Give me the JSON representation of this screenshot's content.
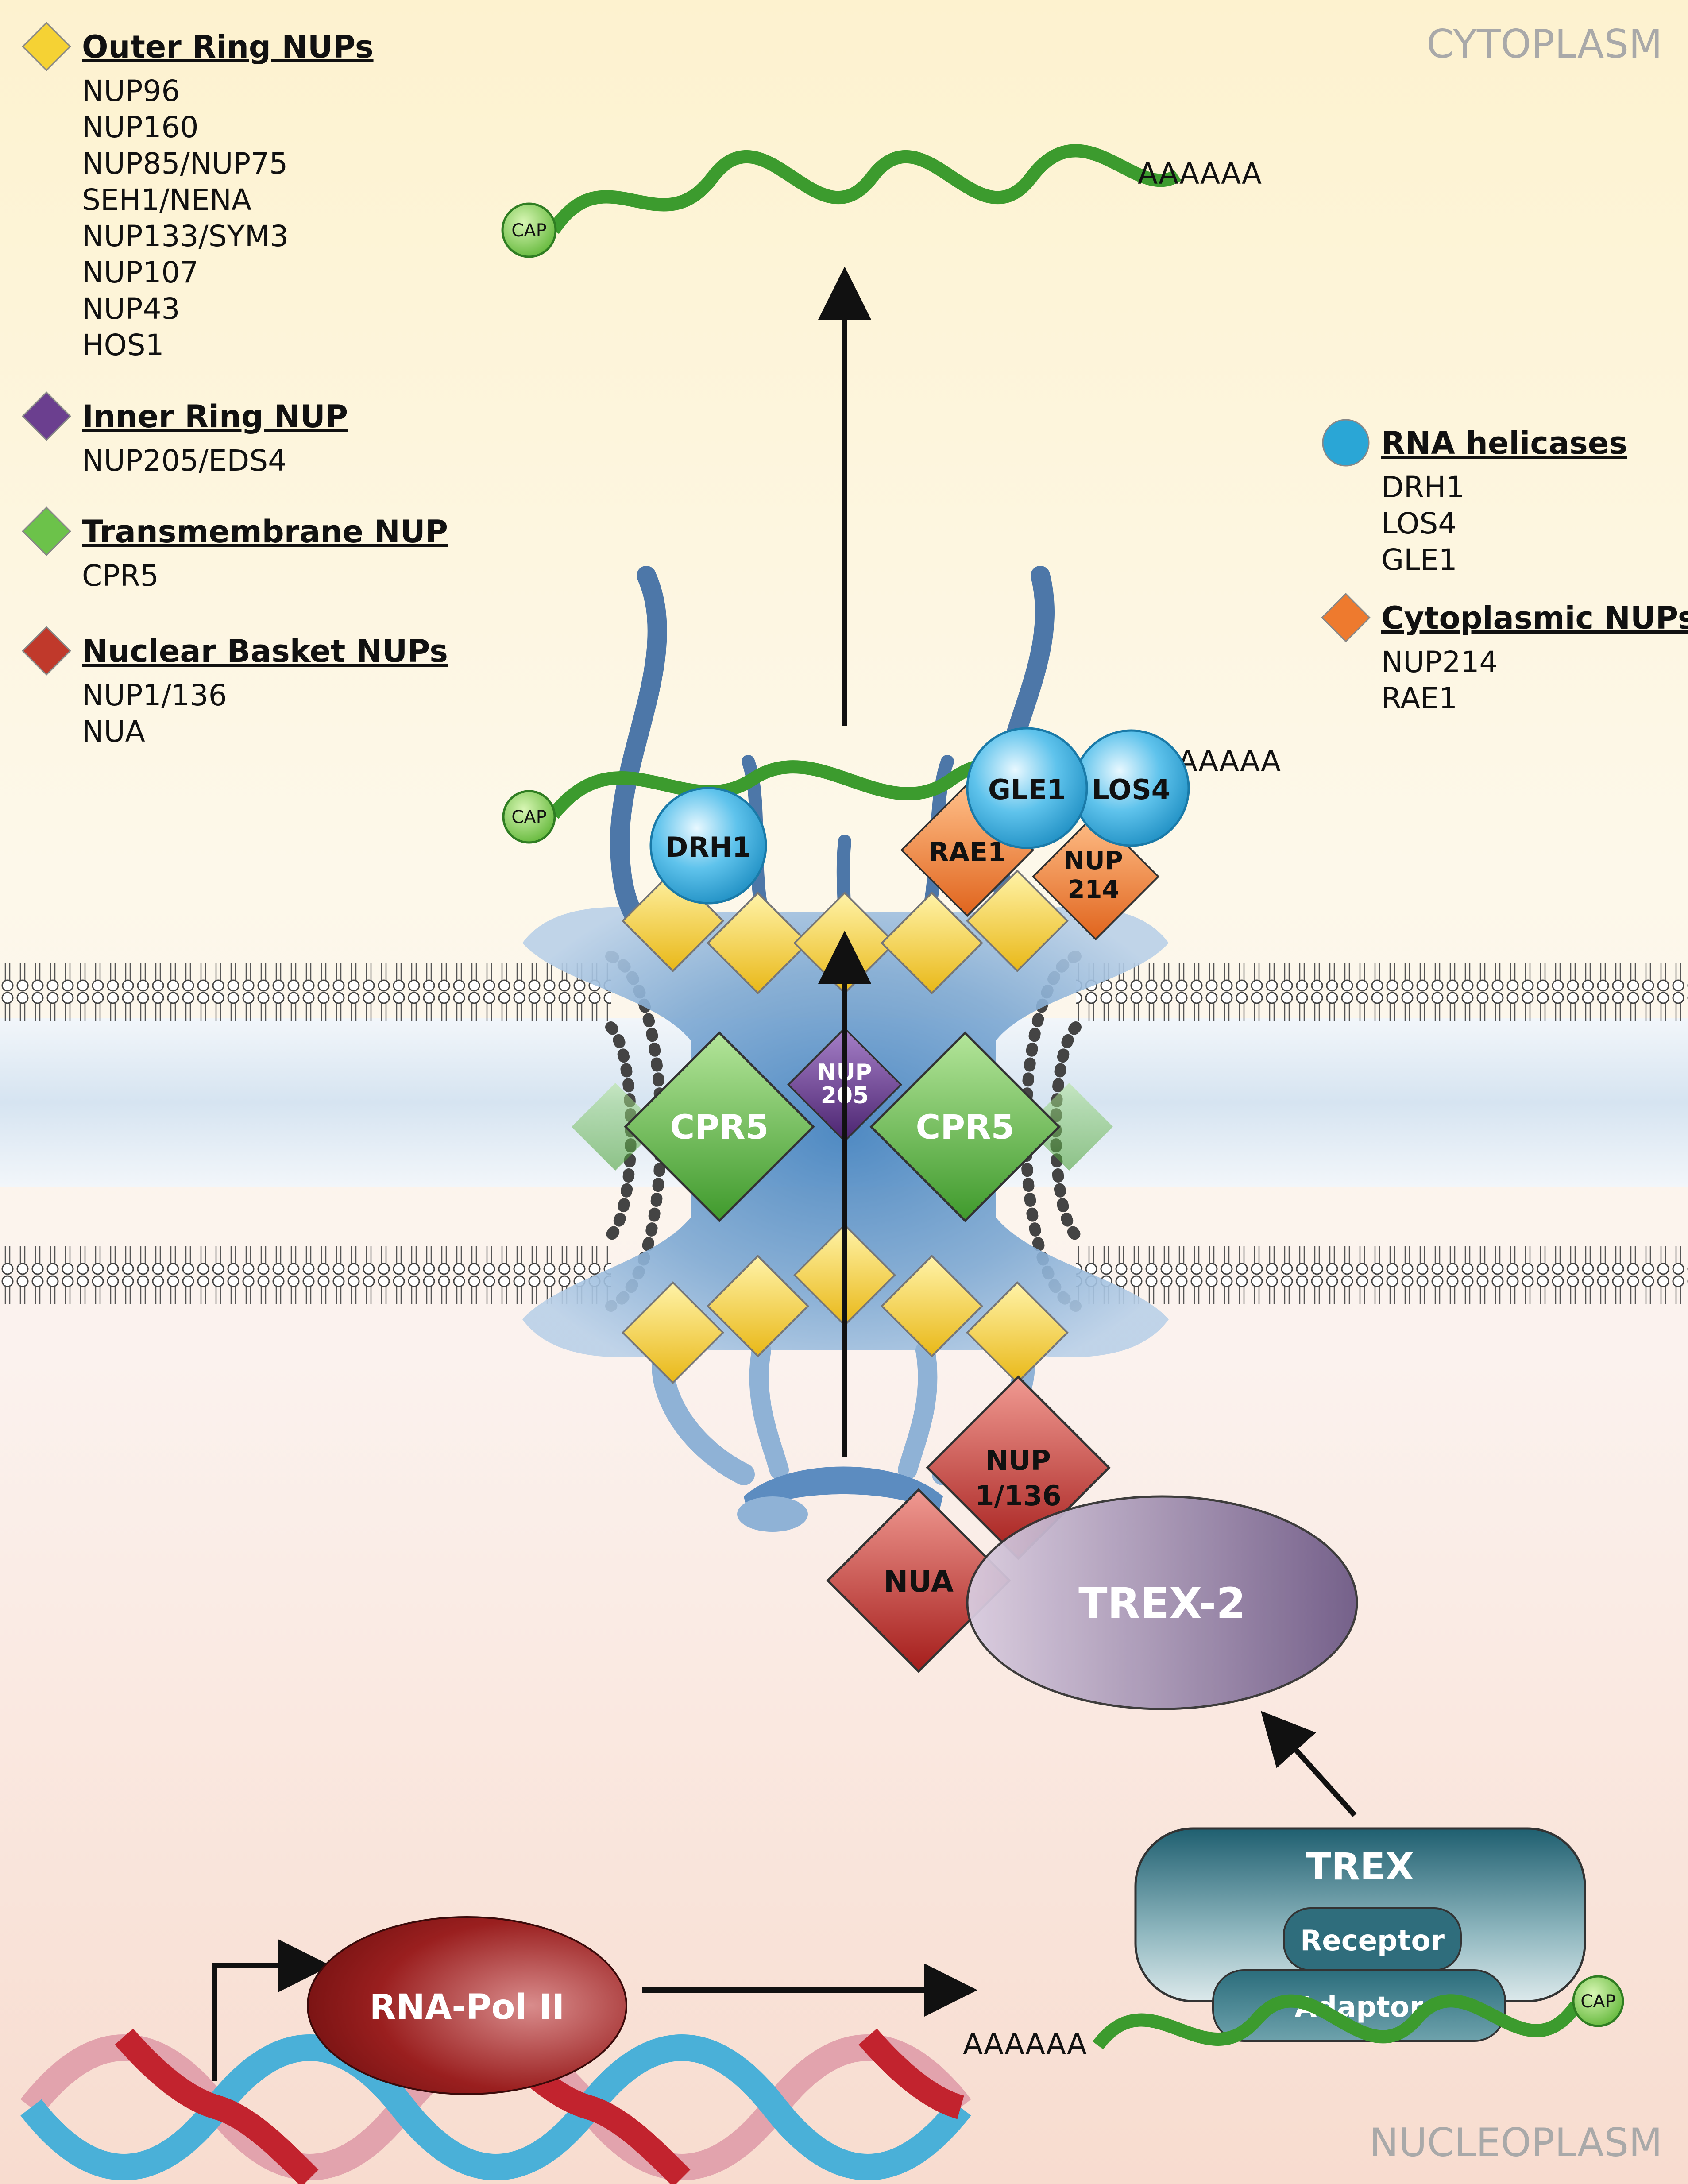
{
  "regions": {
    "top": "CYTOPLASM",
    "bottom": "NUCLEOPLASM"
  },
  "legend": [
    {
      "title": "Outer Ring NUPs",
      "color": "#f5d234",
      "shape": "diamond",
      "items": [
        "NUP96",
        "NUP160",
        "NUP85/NUP75",
        "SEH1/NENA",
        "NUP133/SYM3",
        "NUP107",
        "NUP43",
        "HOS1"
      ]
    },
    {
      "title": "Inner Ring NUP",
      "color": "#6b3f8f",
      "shape": "diamond",
      "items": [
        "NUP205/EDS4"
      ]
    },
    {
      "title": "Transmembrane NUP",
      "color": "#6cc24a",
      "shape": "diamond",
      "items": [
        "CPR5"
      ]
    },
    {
      "title": "Nuclear Basket NUPs",
      "color": "#c0392b",
      "shape": "diamond",
      "items": [
        "NUP1/136",
        "NUA"
      ]
    },
    {
      "title": "RNA helicases",
      "color": "#2aa6d6",
      "shape": "circle",
      "items": [
        "DRH1",
        "LOS4",
        "GLE1"
      ]
    },
    {
      "title": "Cytoplasmic NUPs",
      "color": "#ee7a2e",
      "shape": "diamond",
      "items": [
        "NUP214",
        "RAE1"
      ]
    }
  ],
  "labels": {
    "drh1": "DRH1",
    "gle1": "GLE1",
    "los4": "LOS4",
    "rae1": "RAE1",
    "nup214": [
      "NUP",
      "214"
    ],
    "nup205": [
      "NUP",
      "205"
    ],
    "cpr5_left": "CPR5",
    "cpr5_right": "CPR5",
    "nup1": [
      "NUP",
      "1/136"
    ],
    "nua": "NUA",
    "trex2": "TREX-2",
    "trex": "TREX",
    "receptor": "Receptor",
    "adaptor": "Adaptor",
    "rnapol": "RNA-Pol II"
  },
  "mrna": {
    "cap": "CAP",
    "tail": "AAAAAA",
    "tail_mid": "AAAAA",
    "tail_mid_prefix": "A"
  }
}
